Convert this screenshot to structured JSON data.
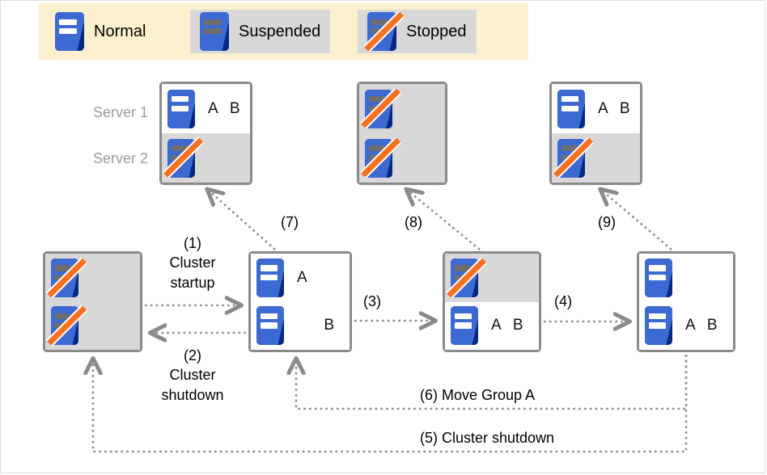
{
  "legend": {
    "items": [
      {
        "id": "normal",
        "label": "Normal",
        "icon": "server-normal-icon",
        "state": "normal"
      },
      {
        "id": "suspended",
        "label": "Suspended",
        "icon": "server-suspended-icon",
        "state": "suspended"
      },
      {
        "id": "stopped",
        "label": "Stopped",
        "icon": "server-stopped-icon",
        "state": "stopped"
      }
    ]
  },
  "server_labels": {
    "server1": "Server 1",
    "server2": "Server 2"
  },
  "boxes": {
    "top_left": {
      "name": "state-box-7",
      "rows": [
        {
          "state": "normal",
          "groups": "A B"
        },
        {
          "state": "stopped",
          "groups": ""
        }
      ]
    },
    "top_mid": {
      "name": "state-box-8",
      "rows": [
        {
          "state": "stopped",
          "groups": ""
        },
        {
          "state": "stopped",
          "groups": ""
        }
      ]
    },
    "top_right": {
      "name": "state-box-9",
      "rows": [
        {
          "state": "normal",
          "groups": "A B"
        },
        {
          "state": "stopped",
          "groups": ""
        }
      ]
    },
    "bot_1": {
      "name": "state-box-all-stopped",
      "rows": [
        {
          "state": "stopped",
          "groups": ""
        },
        {
          "state": "stopped",
          "groups": ""
        }
      ]
    },
    "bot_2": {
      "name": "state-box-a-b-split",
      "rows": [
        {
          "state": "normal",
          "groups": "A"
        },
        {
          "state": "normal",
          "groups": "B"
        }
      ]
    },
    "bot_3": {
      "name": "state-box-server1-stopped",
      "rows": [
        {
          "state": "stopped",
          "groups": ""
        },
        {
          "state": "normal",
          "groups": "A B"
        }
      ]
    },
    "bot_4": {
      "name": "state-box-both-normal-ab",
      "rows": [
        {
          "state": "normal",
          "groups": ""
        },
        {
          "state": "normal",
          "groups": "A B"
        }
      ]
    }
  },
  "captions": {
    "step1": "(1)\nCluster\nstartup",
    "step1_num": "(1)",
    "step1_l1": "Cluster",
    "step1_l2": "startup",
    "step2_num": "(2)",
    "step2_l1": "Cluster",
    "step2_l2": "shutdown",
    "step3": "(3)",
    "step4": "(4)",
    "step5": "(5) Cluster shutdown",
    "step6": "(6) Move Group A",
    "step7": "(7)",
    "step8": "(8)",
    "step9": "(9)"
  },
  "colors": {
    "legend_bg": "#fdf0cf",
    "chip_bg": "#d8d8d8",
    "box_border": "#8a8a8a",
    "stopped_bg": "#d8d8d8",
    "server_blue_dark": "#06297f",
    "server_blue_light": "#3c6ad2",
    "slash_orange": "#f4711f",
    "bar_white": "#ffffff",
    "bar_gray": "#6e6e6e",
    "label_gray": "#9a9a9a",
    "wire_gray": "#8a8a8a"
  }
}
